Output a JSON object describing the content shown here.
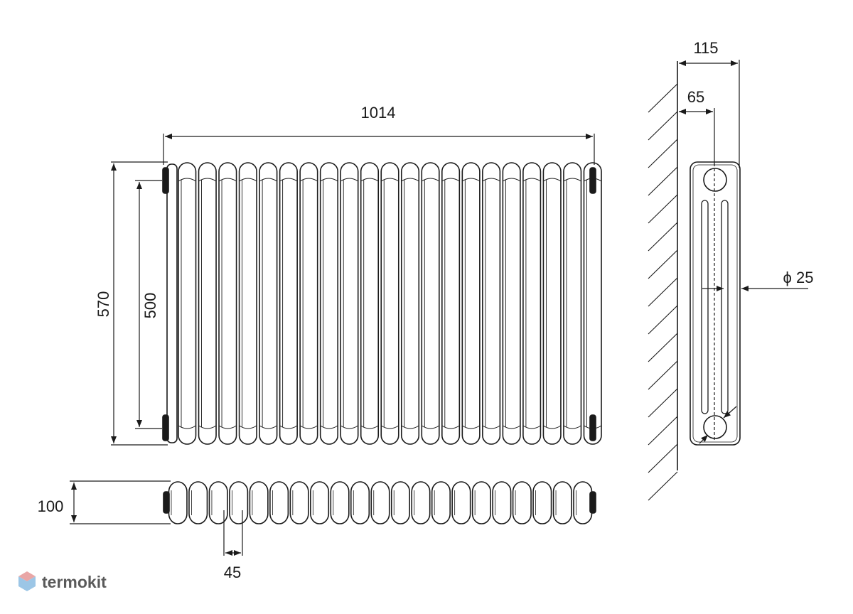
{
  "dimensions": {
    "overall_width": "1014",
    "overall_height": "570",
    "axis_distance": "500",
    "top_depth": "100",
    "section_pitch": "45",
    "side_depth": "115",
    "side_axis_offset": "65",
    "connection": "ϕ 25"
  },
  "drawing": {
    "front_section_count": 21,
    "top_section_count": 21
  },
  "brand": {
    "name": "termokit",
    "logo_icon": "hexagon-cube-icon",
    "logo_colors": [
      "#e9a6a6",
      "#9cc6e6"
    ]
  }
}
